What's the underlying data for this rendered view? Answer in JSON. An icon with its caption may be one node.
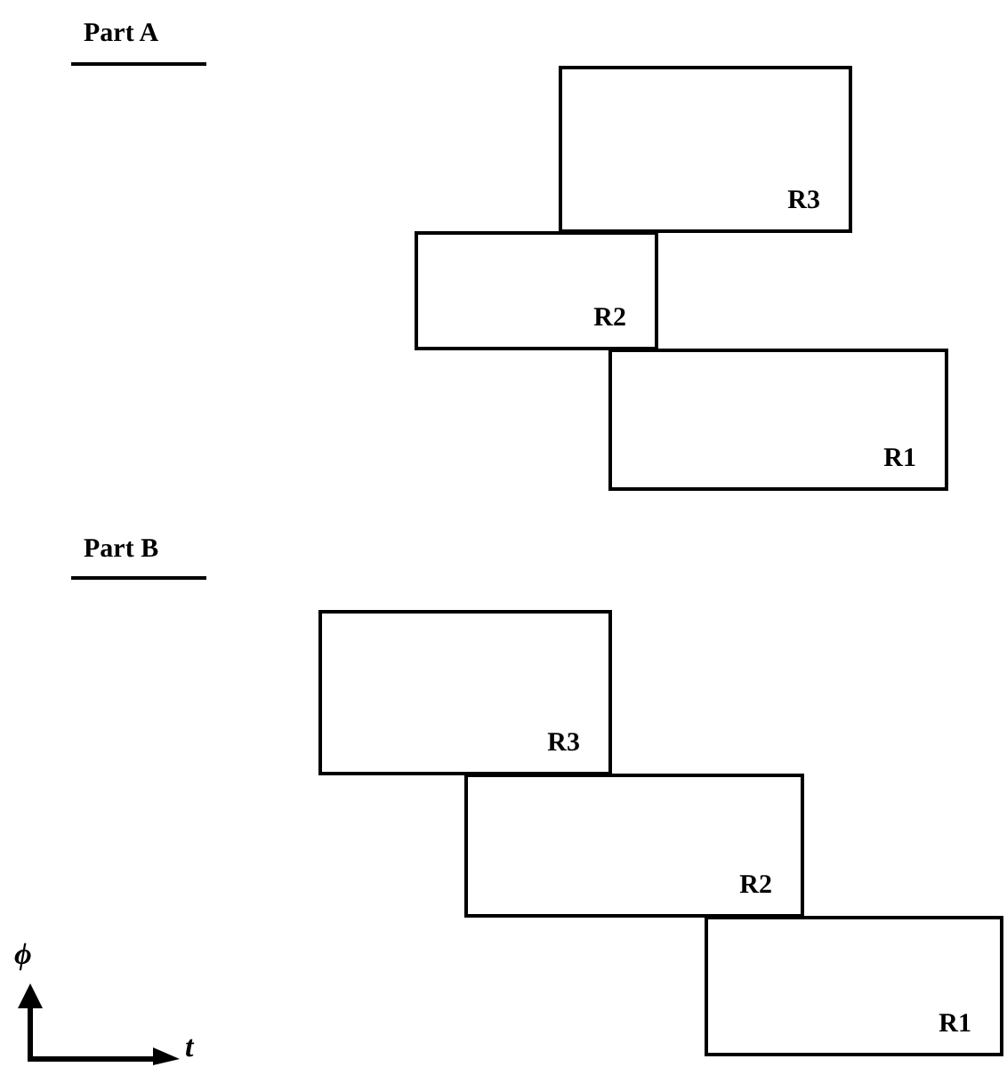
{
  "diagram": {
    "nodes": [
      {
        "text": [
          "R3"
        ]
      },
      {
        "text": [
          "R2"
        ]
      },
      {
        "text": [
          "R1"
        ]
      },
      {
        "text": [
          "R3"
        ]
      },
      {
        "text": [
          "R2"
        ]
      },
      {
        "text": [
          "R1"
        ]
      }
    ],
    "labels": [
      "Part A",
      "Part B",
      "ϕ",
      "t"
    ]
  }
}
